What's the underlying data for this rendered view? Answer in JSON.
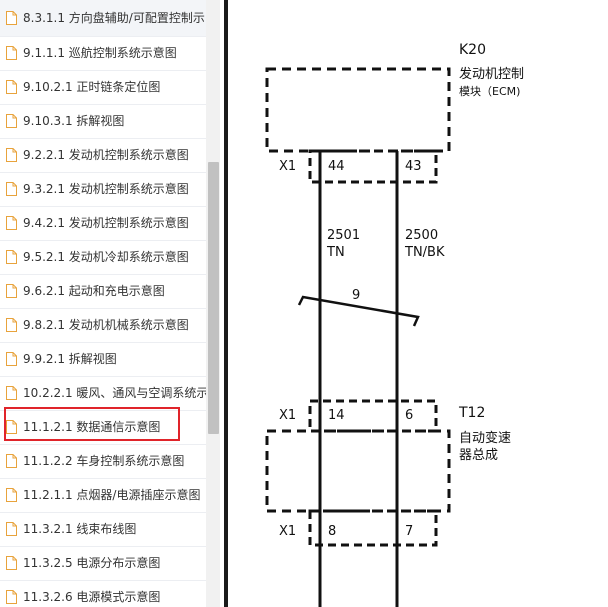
{
  "sidebar": {
    "items": [
      {
        "label": "8.3.1.1 方向盘辅助/可配置控制示",
        "icon": "document-icon"
      },
      {
        "label": "9.1.1.1 巡航控制系统示意图",
        "icon": "document-icon"
      },
      {
        "label": "9.10.2.1 正时链条定位图",
        "icon": "document-icon"
      },
      {
        "label": "9.10.3.1 拆解视图",
        "icon": "document-icon"
      },
      {
        "label": "9.2.2.1 发动机控制系统示意图",
        "icon": "document-icon"
      },
      {
        "label": "9.3.2.1 发动机控制系统示意图",
        "icon": "document-icon"
      },
      {
        "label": "9.4.2.1 发动机控制系统示意图",
        "icon": "document-icon"
      },
      {
        "label": "9.5.2.1 发动机冷却系统示意图",
        "icon": "document-icon"
      },
      {
        "label": "9.6.2.1 起动和充电示意图",
        "icon": "document-icon"
      },
      {
        "label": "9.8.2.1 发动机机械系统示意图",
        "icon": "document-icon"
      },
      {
        "label": "9.9.2.1 拆解视图",
        "icon": "document-icon"
      },
      {
        "label": "10.2.2.1 暖风、通风与空调系统示",
        "icon": "document-icon"
      },
      {
        "label": "11.1.2.1 数据通信示意图",
        "icon": "document-icon",
        "selected": true
      },
      {
        "label": "11.1.2.2 车身控制系统示意图",
        "icon": "document-icon"
      },
      {
        "label": "11.2.1.1 点烟器/电源插座示意图",
        "icon": "document-icon"
      },
      {
        "label": "11.3.2.1 线束布线图",
        "icon": "document-icon"
      },
      {
        "label": "11.3.2.5 电源分布示意图",
        "icon": "document-icon"
      },
      {
        "label": "11.3.2.6 电源模式示意图",
        "icon": "document-icon"
      }
    ]
  },
  "colors": {
    "selection_border": "#e0242a",
    "icon_orange": "#e8a33c",
    "splitter": "#1a1a1a",
    "line": "#111111"
  },
  "diagram": {
    "ecm": {
      "ref": "K20",
      "name_line1": "发动机控制",
      "name_line2": "模块（ECM)"
    },
    "tcm": {
      "ref": "T12",
      "name_line1": "自动变速",
      "name_line2": "器总成"
    },
    "connectors": {
      "top": {
        "label": "X1",
        "pin_left": "44",
        "pin_right": "43"
      },
      "middle": {
        "label": "X1",
        "pin_left": "14",
        "pin_right": "6"
      },
      "bottom": {
        "label": "X1",
        "pin_left": "8",
        "pin_right": "7"
      }
    },
    "wires": {
      "left": {
        "circuit": "2501",
        "color": "TN"
      },
      "right": {
        "circuit": "2500",
        "color": "TN/BK"
      }
    },
    "twist_label": "9"
  }
}
